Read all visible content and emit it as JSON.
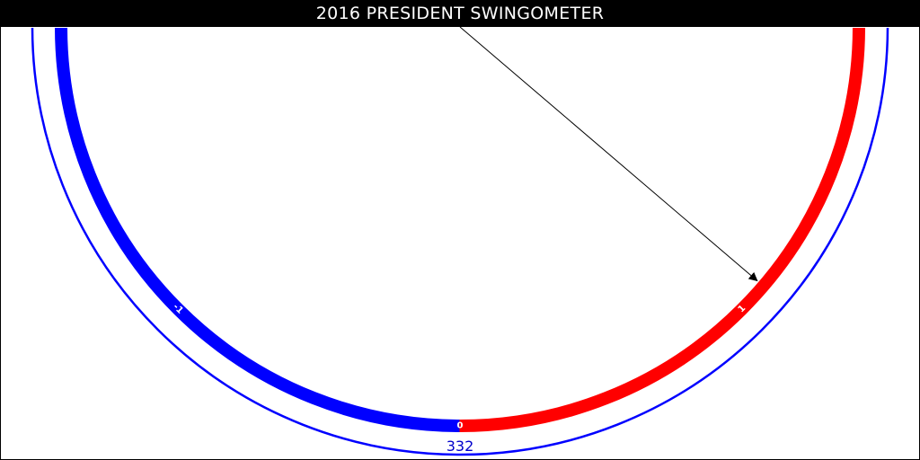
{
  "header": {
    "title": "2016 PRESIDENT SWINGOMETER"
  },
  "gauge": {
    "range": [
      -2,
      2
    ],
    "left_color": "#0000ff",
    "right_color": "#ff0000",
    "outer_ring_color": "#0000ff",
    "pointer_value": 1.1,
    "tick_labels": [
      {
        "value": -1,
        "text": "-1"
      },
      {
        "value": 0,
        "text": "0"
      },
      {
        "value": 1,
        "text": "1"
      }
    ],
    "electoral_votes": "332",
    "electoral_votes_color": "#0000cc"
  }
}
